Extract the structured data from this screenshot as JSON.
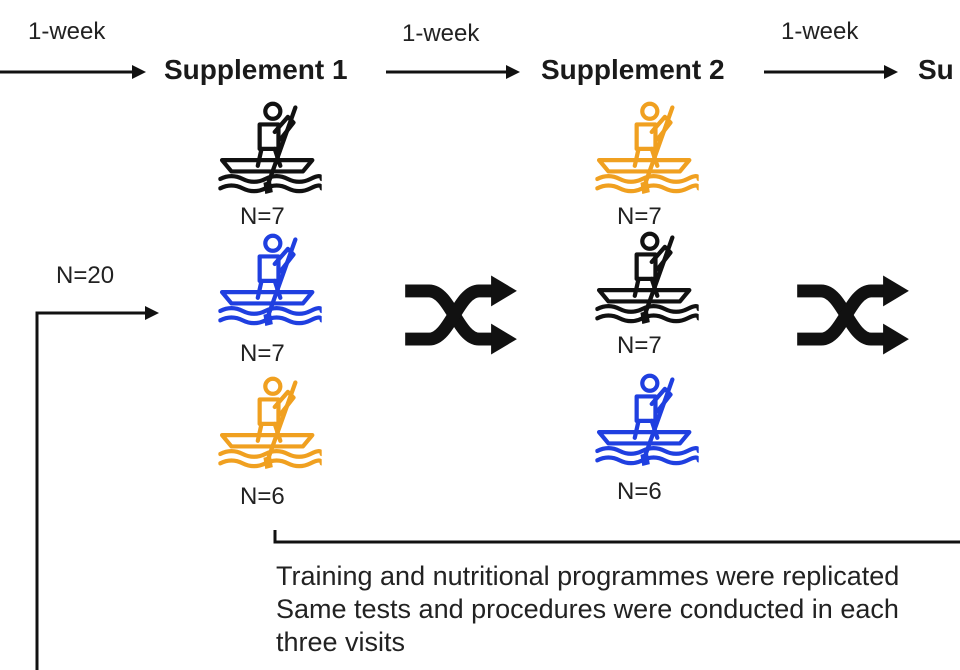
{
  "timeline": {
    "intervals": [
      "1-week",
      "1-week",
      "1-week"
    ],
    "supplements": [
      "Supplement 1",
      "Supplement 2",
      "Su"
    ]
  },
  "total": "N=20",
  "groups": {
    "supplement1": [
      "N=7",
      "N=7",
      "N=6"
    ],
    "supplement2": [
      "N=7",
      "N=7",
      "N=6"
    ]
  },
  "colors": {
    "black": "#111111",
    "blue": "#1f3fe0",
    "orange": "#f0a020",
    "arrow": "#111111"
  },
  "icons": {
    "paddler": "canoe-paddler-icon",
    "shuffle": "shuffle-icon"
  },
  "note": {
    "lines": [
      "Training and nutritional programmes were replicated",
      "Same tests and procedures were conducted in each",
      "three visits"
    ]
  }
}
